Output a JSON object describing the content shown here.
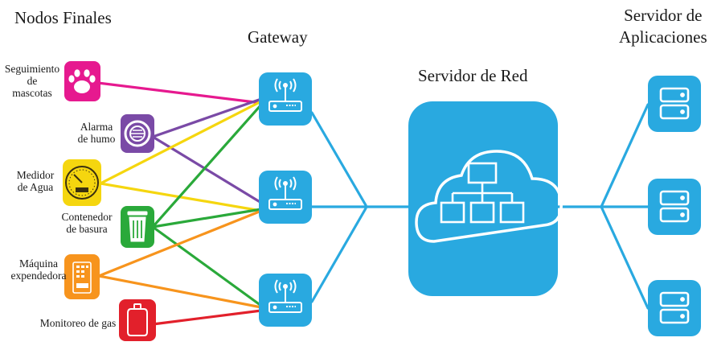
{
  "headings": {
    "end_nodes": "Nodos Finales",
    "gateway": "Gateway",
    "network_server": "Servidor de Red",
    "app_server": "Servidor de\nAplicaciones"
  },
  "end_nodes": [
    {
      "label": "Seguimiento\nde\nmascotas",
      "icon": "paw-icon",
      "color": "#e6198f"
    },
    {
      "label": "Alarma\nde humo",
      "icon": "smoke-alarm-icon",
      "color": "#7a4aa6"
    },
    {
      "label": "Medidor\nde Agua",
      "icon": "water-meter-icon",
      "color": "#f5d60f"
    },
    {
      "label": "Contenedor\nde basura",
      "icon": "trash-bin-icon",
      "color": "#2aa93a"
    },
    {
      "label": "Máquina\nexpendedora",
      "icon": "vending-machine-icon",
      "color": "#f7941d"
    },
    {
      "label": "Monitoreo de gas",
      "icon": "gas-cylinder-icon",
      "color": "#e2202b"
    }
  ],
  "colors": {
    "device_blue": "#29a9e0",
    "device_blue_dark": "#1b8fc4",
    "link_blue": "#29a9e0"
  },
  "gateway_icon": "antenna-router-icon",
  "network_icon": "cloud-network-icon",
  "server_icon": "server-icon"
}
